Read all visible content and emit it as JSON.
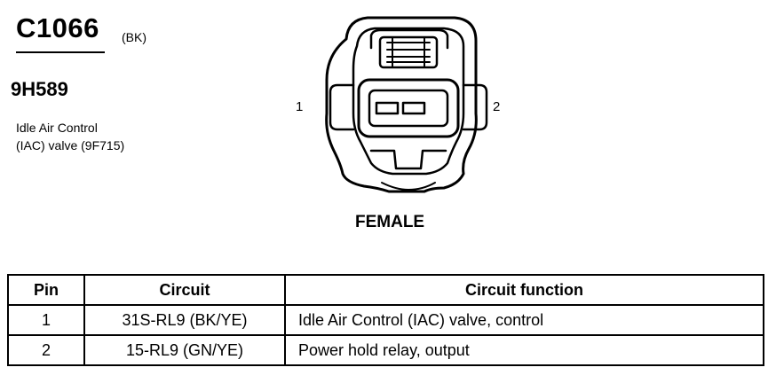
{
  "connector": {
    "id": "C1066",
    "color_code": "(BK)",
    "part_number": "9H589",
    "description_lines": [
      "Idle Air Control",
      "(IAC) valve (9F715)"
    ],
    "gender": "FEMALE",
    "pin_labels": [
      "1",
      "2"
    ]
  },
  "table": {
    "headers": [
      "Pin",
      "Circuit",
      "Circuit function"
    ],
    "rows": [
      {
        "pin": "1",
        "circuit": "31S-RL9 (BK/YE)",
        "function": "Idle Air Control (IAC) valve, control"
      },
      {
        "pin": "2",
        "circuit": "15-RL9 (GN/YE)",
        "function": "Power hold relay, output"
      }
    ]
  }
}
